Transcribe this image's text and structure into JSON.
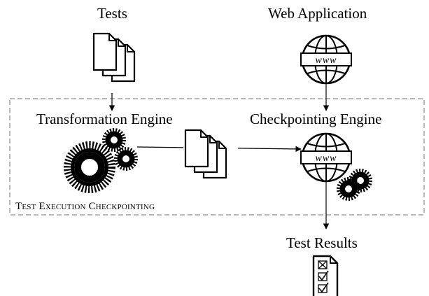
{
  "labels": {
    "tests": "Tests",
    "web_application": "Web Application",
    "transformation_engine": "Transformation Engine",
    "checkpointing_engine": "Checkpointing Engine",
    "test_results": "Test Results",
    "region_caption": "Test Execution Checkpointing"
  },
  "globe_text": "www",
  "colors": {
    "ink": "#000000",
    "dashed_border": "#8c8c8c",
    "background": "#ffffff"
  },
  "icons": [
    "documents-icon",
    "globe-www-icon",
    "gears-icon",
    "checklist-icon"
  ]
}
